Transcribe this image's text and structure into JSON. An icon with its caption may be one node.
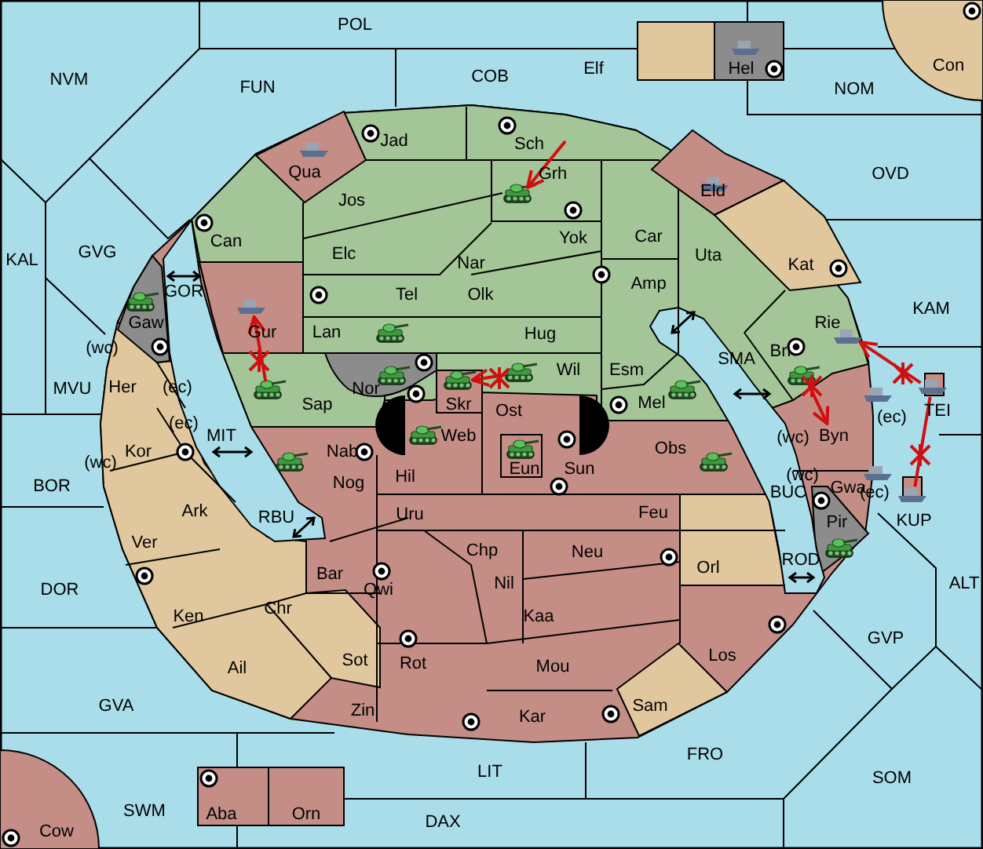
{
  "diagram": {
    "nodes": [
      {
        "text": [],
        "shape": "picture"
      },
      {
        "text": [],
        "shape": "picture"
      },
      {
        "text": [],
        "shape": "picture"
      },
      {
        "text": [],
        "shape": "picture"
      },
      {
        "text": [],
        "shape": "picture"
      },
      {
        "text": [],
        "shape": "picture"
      },
      {
        "text": [],
        "shape": "picture"
      },
      {
        "text": [],
        "shape": "picture"
      },
      {
        "text": [],
        "shape": "picture"
      },
      {
        "text": [
          "Byn"
        ]
      }
    ],
    "edges": [
      {
        "from": null,
        "to": 0,
        "arrow": "to",
        "color": "#d01010"
      },
      {
        "from": 2,
        "to": 1,
        "arrow": "to",
        "color": "#d01010"
      },
      {
        "from": 4,
        "to": 3,
        "arrow": "to",
        "color": "#d01010"
      },
      {
        "from": 6,
        "to": 9,
        "arrow": "to",
        "color": "#d01010"
      },
      {
        "from": 7,
        "to": 5,
        "arrow": "to",
        "color": "#d01010"
      },
      {
        "from": 8,
        "to": 7,
        "arrow": "none",
        "color": "#d01010"
      }
    ],
    "labels": [
      "POL",
      "Elf",
      "Hel",
      "Con",
      "NVM",
      "FUN",
      "COB",
      "NOM",
      "Sch",
      "Jad",
      "Qua",
      "Grh",
      "Eld",
      "OVD",
      "Jos",
      "Yok",
      "Car",
      "KAL",
      "GVG",
      "Can",
      "Elc",
      "Nar",
      "Uta",
      "Kat",
      "GOR",
      "Tel",
      "Olk",
      "Amp",
      "KAM",
      "Gaw",
      "Gur",
      "Lan",
      "Hug",
      "Rie",
      "Bri",
      "Esm",
      "SMA",
      "(wc)",
      "Her",
      "(ec)",
      "MVU",
      "Sap",
      "Nor",
      "Skr",
      "Wil",
      "Mel",
      "TEI",
      "Ost",
      "Web",
      "(ec)",
      "(wc)",
      "(ec)",
      "Kor",
      "(wc)",
      "MIT",
      "Eun",
      "Obs",
      "Nab",
      "BOR",
      "Sun",
      "Nog",
      "Hil",
      "(wc)",
      "Gwa",
      "(ec)",
      "BUC",
      "Ark",
      "Uru",
      "Feu",
      "KUP",
      "Pir",
      "RBU",
      "Chp",
      "Neu",
      "Orl",
      "ROD",
      "ALT",
      "DOR",
      "Ver",
      "Nil",
      "Bar",
      "Qwi",
      "Ken",
      "Chr",
      "Kaa",
      "Los",
      "GVP",
      "Ail",
      "Sot",
      "Rot",
      "Mou",
      "GVA",
      "Zin",
      "Kar",
      "Sam",
      "LIT",
      "FRO",
      "SOM",
      "Aba",
      "Orn",
      "SWM",
      "DAX",
      "Cow"
    ]
  }
}
